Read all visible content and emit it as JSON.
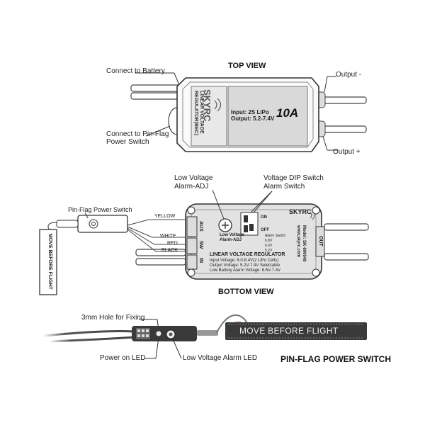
{
  "top_view": {
    "title": "TOP VIEW",
    "connect_battery": "Connect to Battery",
    "connect_pinflag_1": "Connect to Pin-Flag",
    "connect_pinflag_2": "Power Switch",
    "output_minus": "Output -",
    "output_plus": "Output +",
    "brand": "SKYRC",
    "product_1": "LINEAR VOLTAGE",
    "product_2": "REGULATOR(BEC)",
    "input": "Input: 2S LiPo",
    "output": "Output: 5.2-7.4V",
    "rating": "10A"
  },
  "bottom_view": {
    "title": "BOTTOM VIEW",
    "lv_alarm_1": "Low Voltage",
    "lv_alarm_2": "Alarm-ADJ",
    "dip_1": "Voltage DIP Switch",
    "dip_2": "Alarm Switch",
    "pin_flag_switch": "Pin-Flag Power Switch",
    "wire_yellow": "YELLOW",
    "wire_white": "WHITE",
    "wire_red": "RED",
    "wire_black": "BLACK",
    "aux": "AUX",
    "sw": "SW",
    "in": "IN",
    "out": "OUT",
    "brand": "SKYRC",
    "adj_1": "Low Voltage",
    "adj_2": "Alarm-ADJ",
    "dip_on": "ON",
    "dip_off": "OFF",
    "alarm_switch": "Alarm Switch",
    "v1": "6.8V",
    "v2": "6.0V",
    "v3": "5.2V",
    "model": "Model: SK-600049",
    "web": "www.skyrc.com",
    "product": "LINEAR VOLTAGE REGULATOR",
    "spec_1": "Input Voltage: 6.0-8.4V(2 LiPo Cells)",
    "spec_2": "Output Voltage: 5.2V-7.4V Selectable",
    "spec_3": "Low Battery Alarm Voltage: 6.6V-7.4V",
    "tag": "MOVE BEFORE FLIGHT"
  },
  "pin_flag": {
    "title": "PIN-FLAG POWER SWITCH",
    "hole": "3mm Hole for Fixing",
    "power_led": "Power on LED",
    "lv_led": "Low Voltage Alarm LED",
    "tag": "MOVE BEFORE FLIGHT"
  }
}
